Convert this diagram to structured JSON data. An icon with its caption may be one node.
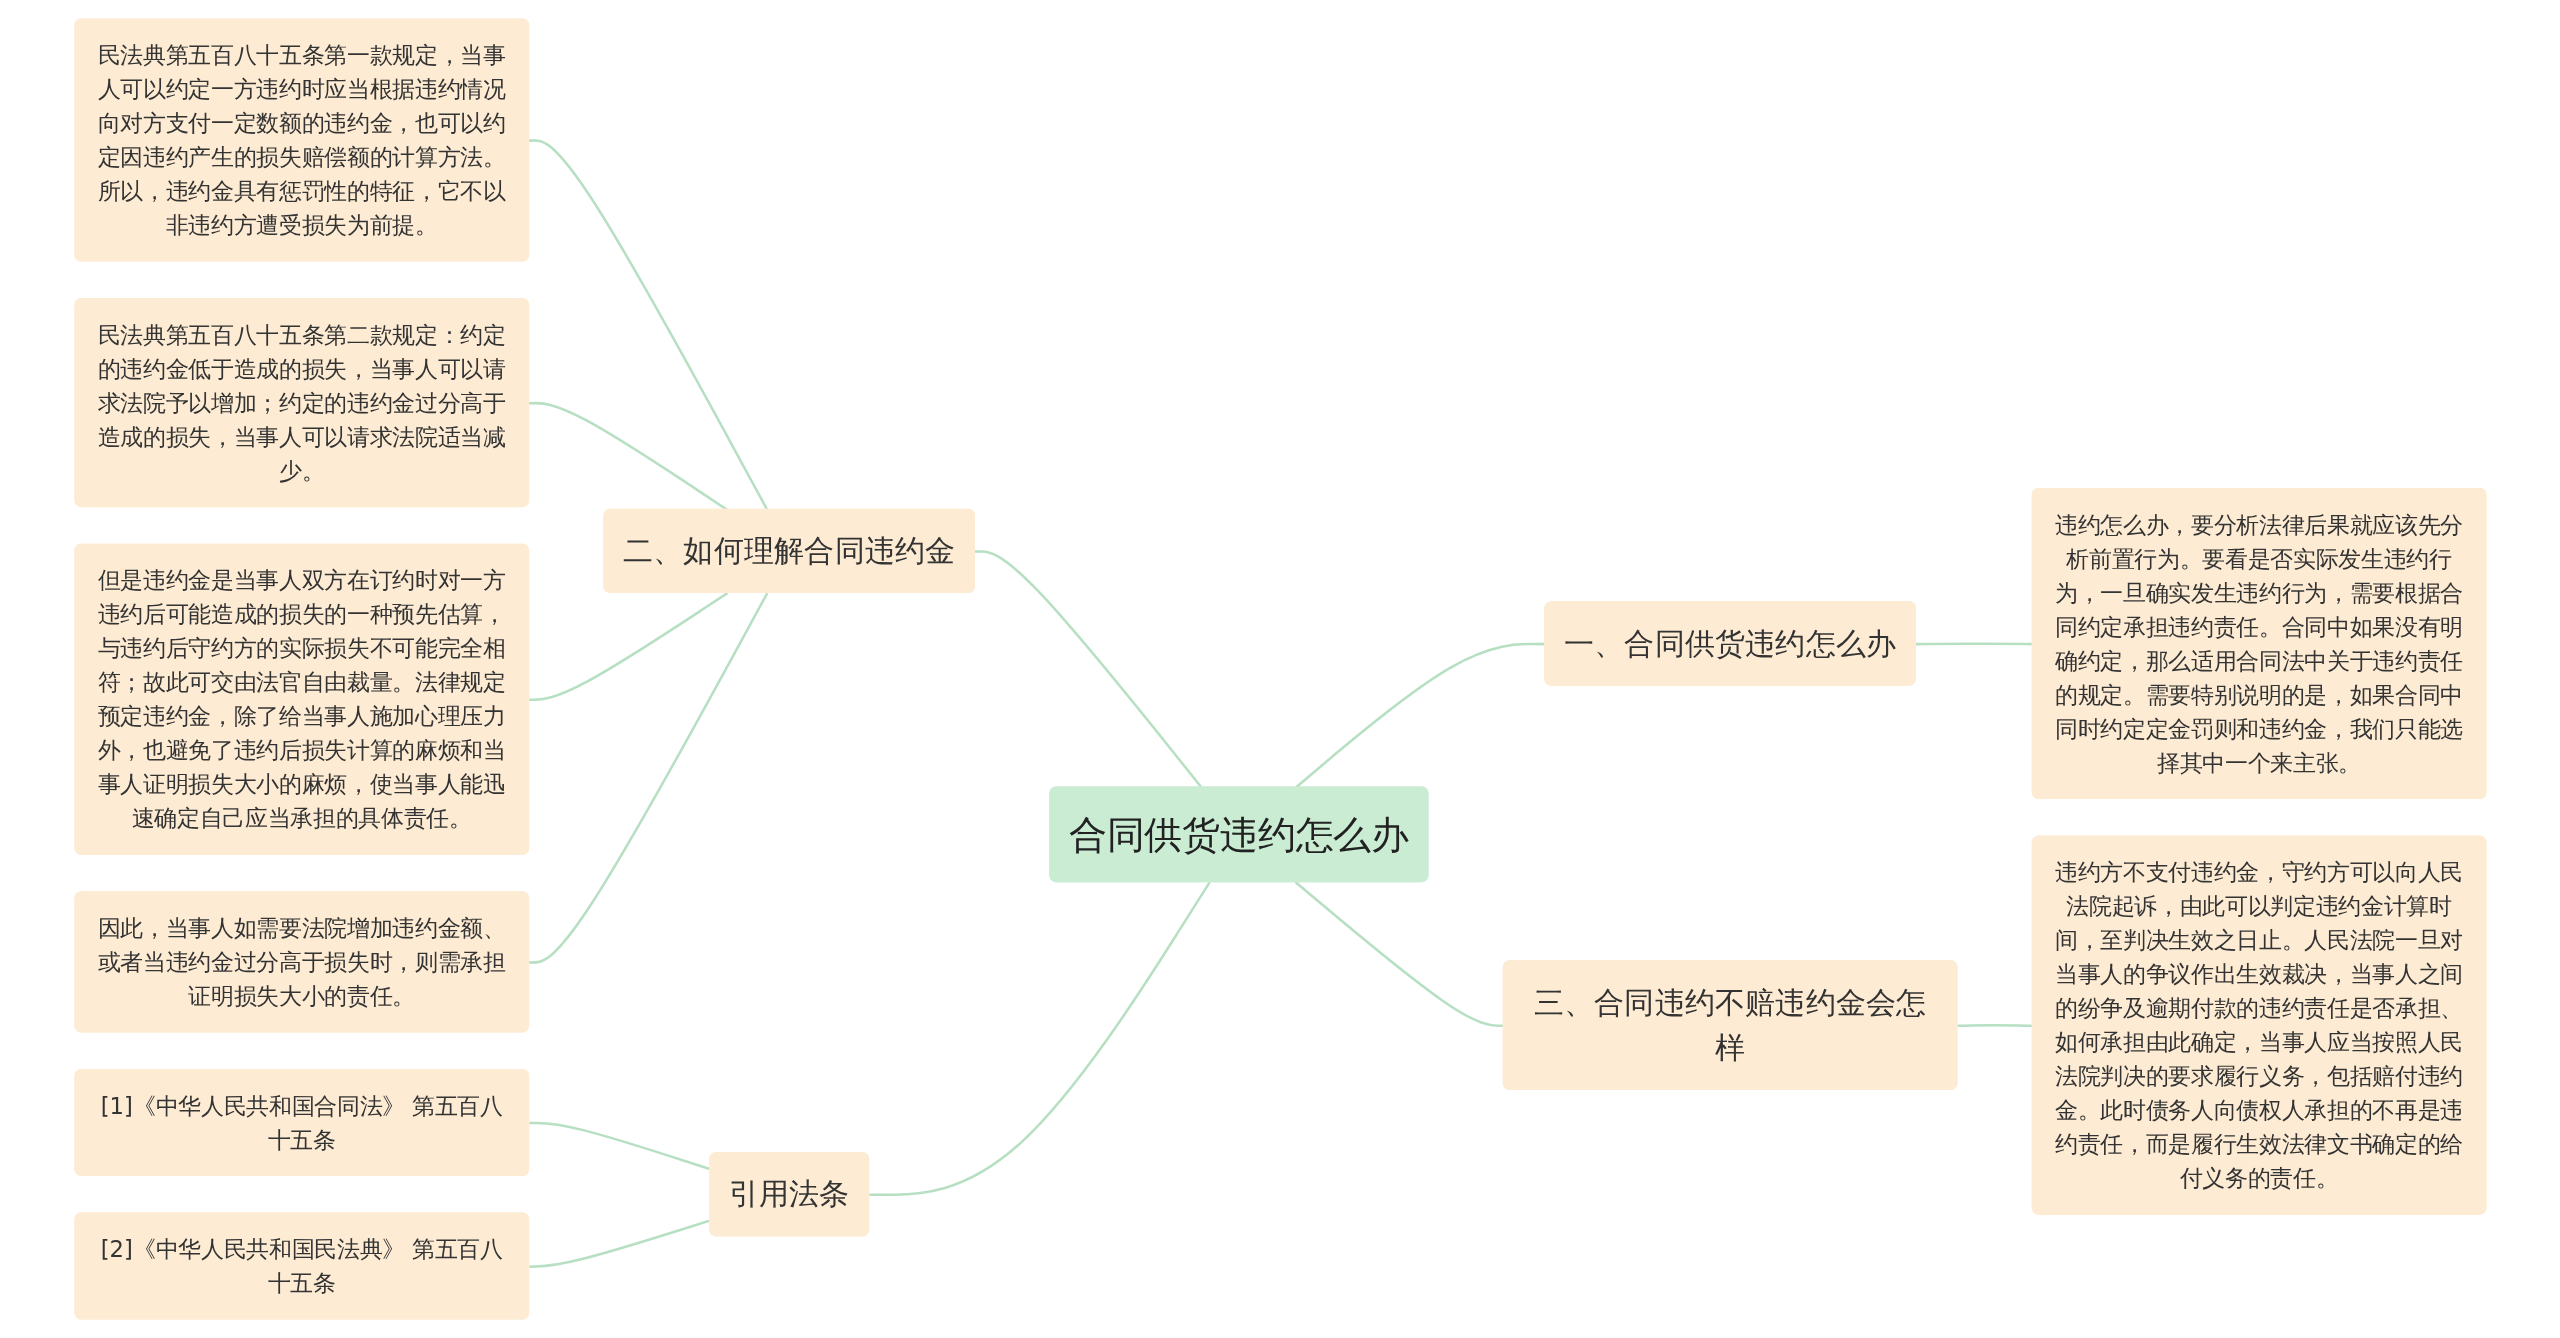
{
  "diagram": {
    "nodes": [
      {
        "text": [
          "合同供货违约怎么办"
        ]
      },
      {
        "text": [
          "一、合同供货违约怎么办"
        ]
      },
      {
        "text": [
          "违约怎么办，要分析法律后果就应该先分析前置行为。要看是否实际发生违约行为，一旦确实发生违约行为，需要根据合同约定承担违约责任。合同中如果没有明确约定，那么适用合同法中关于违约责任的规定。需要特别说明的是，如果合同中同时约定定金罚则和违约金，我们只能选择其中一个来主张。"
        ]
      },
      {
        "text": [
          "三、合同违约不赔违约金会怎样"
        ]
      },
      {
        "text": [
          "违约方不支付违约金，守约方可以向人民法院起诉，由此可以判定违约金计算时间，至判决生效之日止。人民法院一旦对当事人的争议作出生效裁决，当事人之间的纷争及逾期付款的违约责任是否承担、如何承担由此确定，当事人应当按照人民法院判决的要求履行义务，包括赔付违约金。此时债务人向债权人承担的不再是违约责任，而是履行生效法律文书确定的给付义务的责任。"
        ]
      },
      {
        "text": [
          "二、如何理解合同违约金"
        ]
      },
      {
        "text": [
          "民法典第五百八十五条第一款规定，当事人可以约定一方违约时应当根据违约情况向对方支付一定数额的违约金，也可以约定因违约产生的损失赔偿额的计算方法。所以，违约金具有惩罚性的特征，它不以非违约方遭受损失为前提。"
        ]
      },
      {
        "text": [
          "民法典第五百八十五条第二款规定：约定的违约金低于造成的损失，当事人可以请求法院予以增加；约定的违约金过分高于造成的损失，当事人可以请求法院适当减少。"
        ]
      },
      {
        "text": [
          "但是违约金是当事人双方在订约时对一方违约后可能造成的损失的一种预先估算，与违约后守约方的实际损失不可能完全相符；故此可交由法官自由裁量。法律规定预定违约金，除了给当事人施加心理压力外，也避免了违约后损失计算的麻烦和当事人证明损失大小的麻烦，使当事人能迅速确定自己应当承担的具体责任。"
        ]
      },
      {
        "text": [
          "因此，当事人如需要法院增加违约金额、或者当违约金过分高于损失时，则需承担证明损失大小的责任。"
        ]
      },
      {
        "text": [
          "引用法条"
        ]
      },
      {
        "text": [
          "[1]《中华人民共和国合同法》 第五百八十五条"
        ]
      },
      {
        "text": [
          "[2]《中华人民共和国民法典》 第五百八十五条"
        ]
      }
    ],
    "edges": [
      {
        "from": 0,
        "to": 1,
        "arrow": "none"
      },
      {
        "from": 1,
        "to": 2,
        "arrow": "none"
      },
      {
        "from": 0,
        "to": 3,
        "arrow": "none"
      },
      {
        "from": 3,
        "to": 4,
        "arrow": "none"
      },
      {
        "from": 5,
        "to": 0,
        "arrow": "none"
      },
      {
        "from": 6,
        "to": 5,
        "arrow": "none"
      },
      {
        "from": 7,
        "to": 5,
        "arrow": "none"
      },
      {
        "from": 8,
        "to": 5,
        "arrow": "none"
      },
      {
        "from": 9,
        "to": 5,
        "arrow": "none"
      },
      {
        "from": 10,
        "to": 0,
        "arrow": "none"
      },
      {
        "from": 11,
        "to": 10,
        "arrow": "none"
      },
      {
        "from": 12,
        "to": 10,
        "arrow": "none"
      }
    ]
  }
}
